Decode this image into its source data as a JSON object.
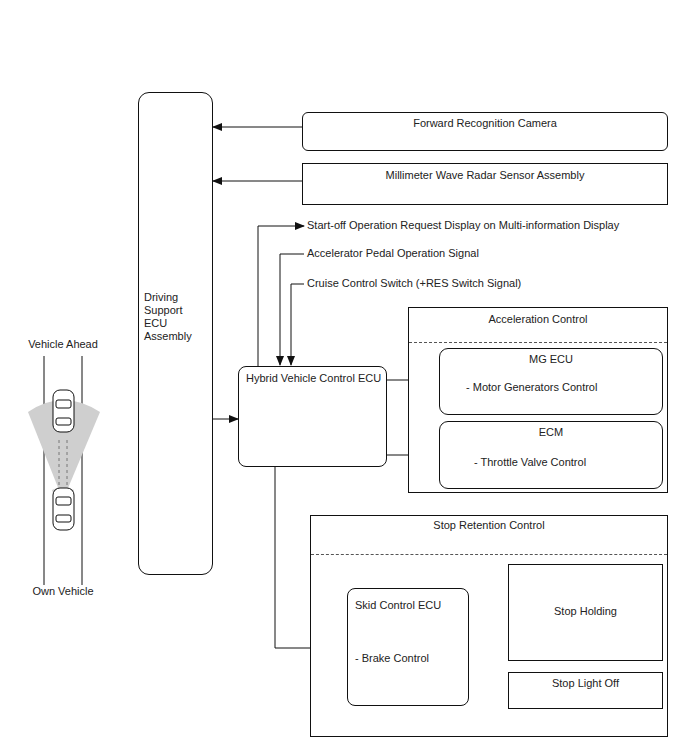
{
  "diagram": {
    "nodes": [
      {
        "text": [
          "Forward Recognition Camera"
        ]
      },
      {
        "text": [
          "Millimeter Wave Radar Sensor Assembly"
        ]
      },
      {
        "text": [
          "Driving Support ECU Assembly"
        ]
      },
      {
        "text": [
          "Hybrid Vehicle Control ECU"
        ]
      },
      {
        "text": [
          "Acceleration Control"
        ]
      },
      {
        "text": [
          "MG ECU",
          "- Motor Generators Control"
        ],
        "in": 4
      },
      {
        "text": [
          "ECM",
          "- Throttle Valve Control"
        ],
        "in": 4
      },
      {
        "text": [
          "Stop Retention Control"
        ]
      },
      {
        "text": [
          "Skid Control ECU",
          "- Brake Control"
        ],
        "in": 7
      },
      {
        "text": [
          "Stop Holding"
        ],
        "in": 7
      },
      {
        "text": [
          "Stop Light Off"
        ],
        "in": 7
      }
    ],
    "edges": [
      {
        "from": 0,
        "to": 2,
        "arrow": "to"
      },
      {
        "from": 1,
        "to": 2,
        "arrow": "to"
      },
      {
        "from": 2,
        "to": 3,
        "arrow": "to"
      },
      {
        "from": 3,
        "to": 5,
        "arrow": "to"
      },
      {
        "from": 3,
        "to": 6,
        "arrow": "to"
      },
      {
        "from": 3,
        "to": 8,
        "arrow": "to"
      },
      {
        "from": 8,
        "to": 9,
        "arrow": "to"
      },
      {
        "from": 8,
        "to": 10,
        "arrow": "to"
      }
    ],
    "labels": [
      "Start-off Operation Request Display on Multi-information Display",
      "Accelerator Pedal Operation Signal",
      "Cruise Control Switch (+RES Switch Signal)",
      "Vehicle Ahead",
      "Own Vehicle"
    ]
  }
}
